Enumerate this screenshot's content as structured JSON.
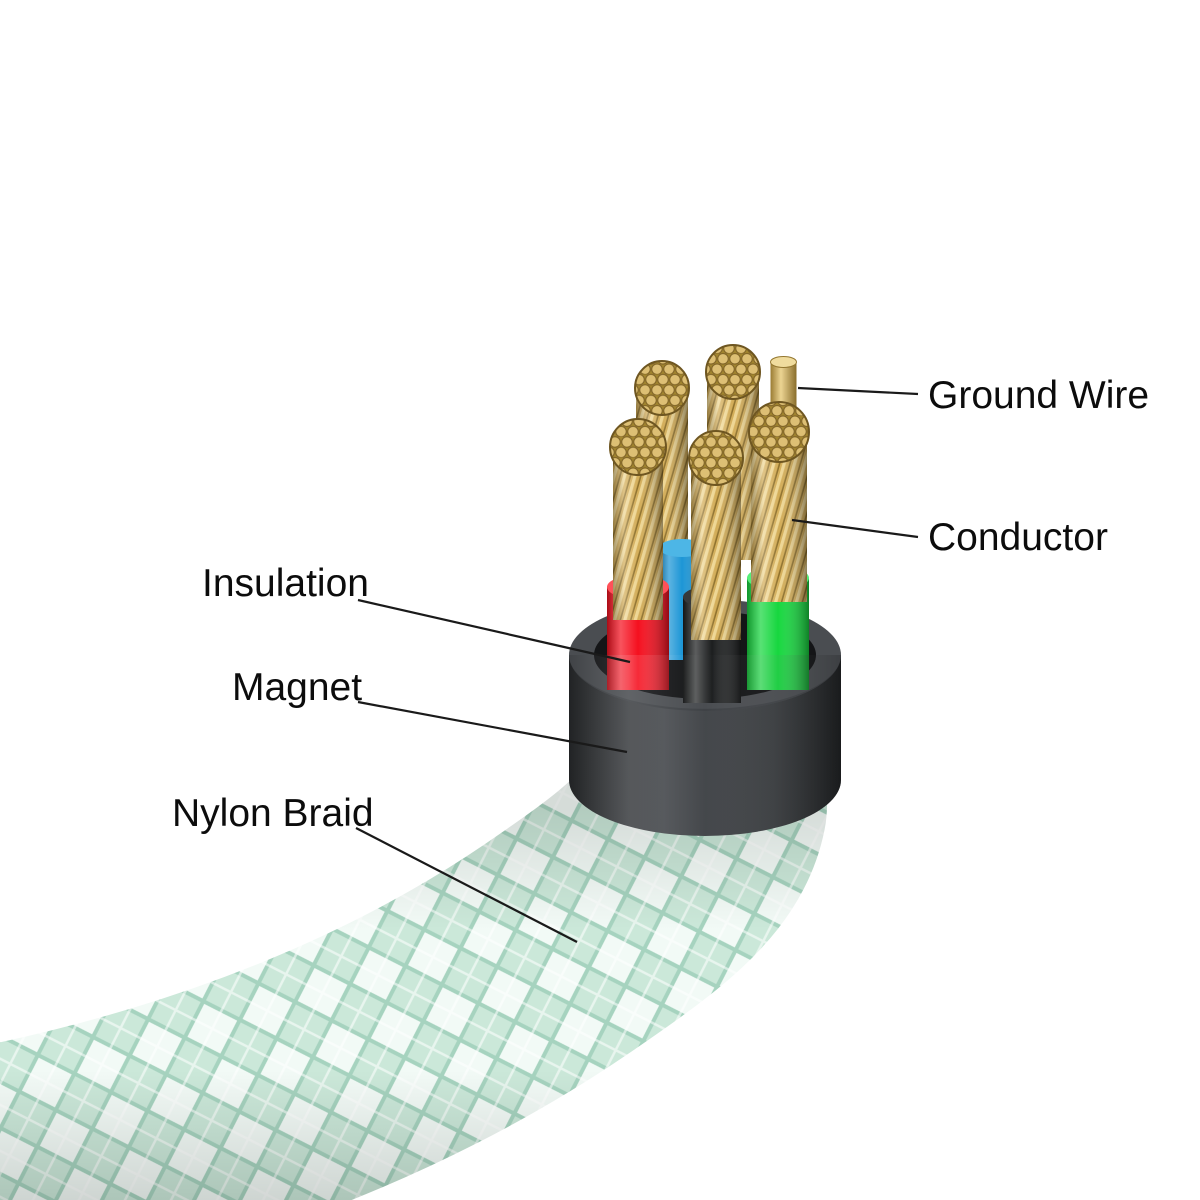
{
  "diagram": {
    "type": "cable-cutaway-illustration",
    "labels": {
      "ground_wire": "Ground Wire",
      "conductor": "Conductor",
      "insulation": "Insulation",
      "magnet": "Magnet",
      "nylon_braid": "Nylon Braid"
    },
    "colors": {
      "background": "#ffffff",
      "braid_green": "#cbe8d9",
      "braid_white": "#f2faf6",
      "magnet_dark": "#3a3d40",
      "insulation_red": "#f5101f",
      "insulation_black": "#1c1e1f",
      "insulation_green": "#17d73f",
      "wire_blue": "#1d96d6",
      "conductor_gold": "#d3ad58",
      "leader_line": "#1a1a1a",
      "label_text": "#0c0c0c"
    }
  }
}
